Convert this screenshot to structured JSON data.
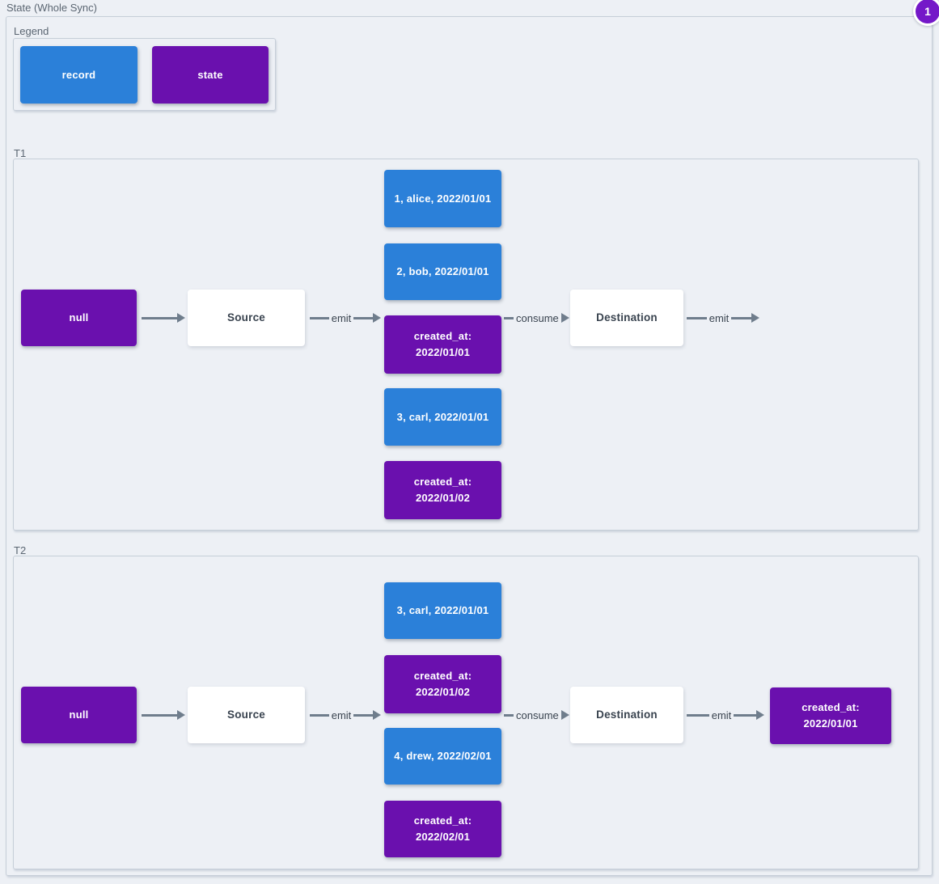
{
  "title": "State (Whole Sync)",
  "badge": {
    "label": "1"
  },
  "colors": {
    "record_blue": "#2b80d9",
    "state_purple": "#6a10ae",
    "edge_gray": "#6f7d8c",
    "background": "#edf0f5",
    "badge_purple": "#7418c8"
  },
  "legend": {
    "label": "Legend",
    "record_label": "record",
    "state_label": "state"
  },
  "t1": {
    "label": "T1",
    "null_node": "null",
    "source_node": "Source",
    "destination_node": "Destination",
    "edge_source_emit": "emit",
    "edge_consume": "consume",
    "edge_destination_emit": "emit",
    "records": [
      {
        "text": "1, alice, 2022/01/01",
        "kind": "record"
      },
      {
        "text": "2, bob, 2022/01/01",
        "kind": "record"
      },
      {
        "text": "created_at: 2022/01/01",
        "kind": "state"
      },
      {
        "text": "3, carl, 2022/01/01",
        "kind": "record"
      },
      {
        "text": "created_at: 2022/01/02",
        "kind": "state"
      }
    ]
  },
  "t2": {
    "label": "T2",
    "null_node": "null",
    "source_node": "Source",
    "destination_node": "Destination",
    "edge_source_emit": "emit",
    "edge_consume": "consume",
    "edge_destination_emit": "emit",
    "records": [
      {
        "text": "3, carl, 2022/01/01",
        "kind": "record"
      },
      {
        "text": "created_at: 2022/01/02",
        "kind": "state"
      },
      {
        "text": "4, drew, 2022/02/01",
        "kind": "record"
      },
      {
        "text": "created_at: 2022/02/01",
        "kind": "state"
      }
    ],
    "emitted_state": "created_at: 2022/01/01"
  }
}
